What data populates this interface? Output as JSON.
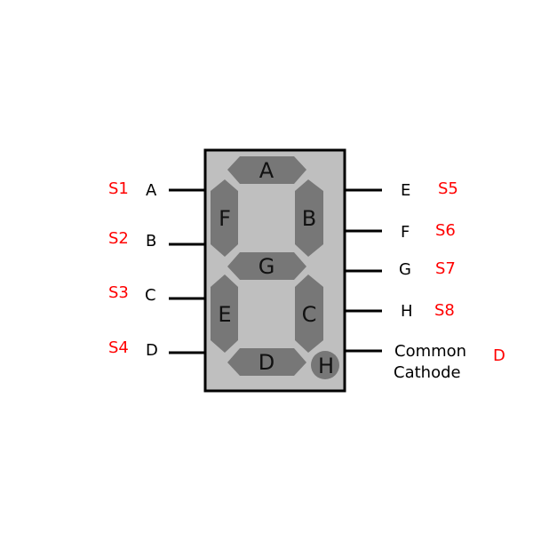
{
  "colors": {
    "body": "#bfbfbf",
    "segment": "#777777",
    "signal": "#ff0000",
    "outline": "#000000"
  },
  "segments": {
    "a": "A",
    "b": "B",
    "c": "C",
    "d": "D",
    "e": "E",
    "f": "F",
    "g": "G",
    "h": "H"
  },
  "left_pins": [
    {
      "pin": "A",
      "signal": "S1"
    },
    {
      "pin": "B",
      "signal": "S2"
    },
    {
      "pin": "C",
      "signal": "S3"
    },
    {
      "pin": "D",
      "signal": "S4"
    }
  ],
  "right_pins": [
    {
      "pin": "E",
      "signal": "S5"
    },
    {
      "pin": "F",
      "signal": "S6"
    },
    {
      "pin": "G",
      "signal": "S7"
    },
    {
      "pin": "H",
      "signal": "S8"
    }
  ],
  "common": {
    "line1": "Common",
    "line2": "Cathode",
    "signal": "D"
  }
}
